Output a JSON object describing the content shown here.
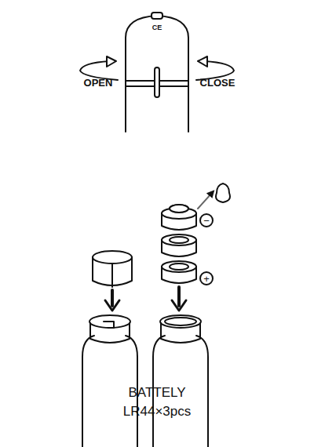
{
  "diagram": {
    "labels": [
      "OPEN",
      "CLOSE",
      "CE",
      "−",
      "+",
      "BATTELY",
      "LR44×3pcs"
    ]
  }
}
